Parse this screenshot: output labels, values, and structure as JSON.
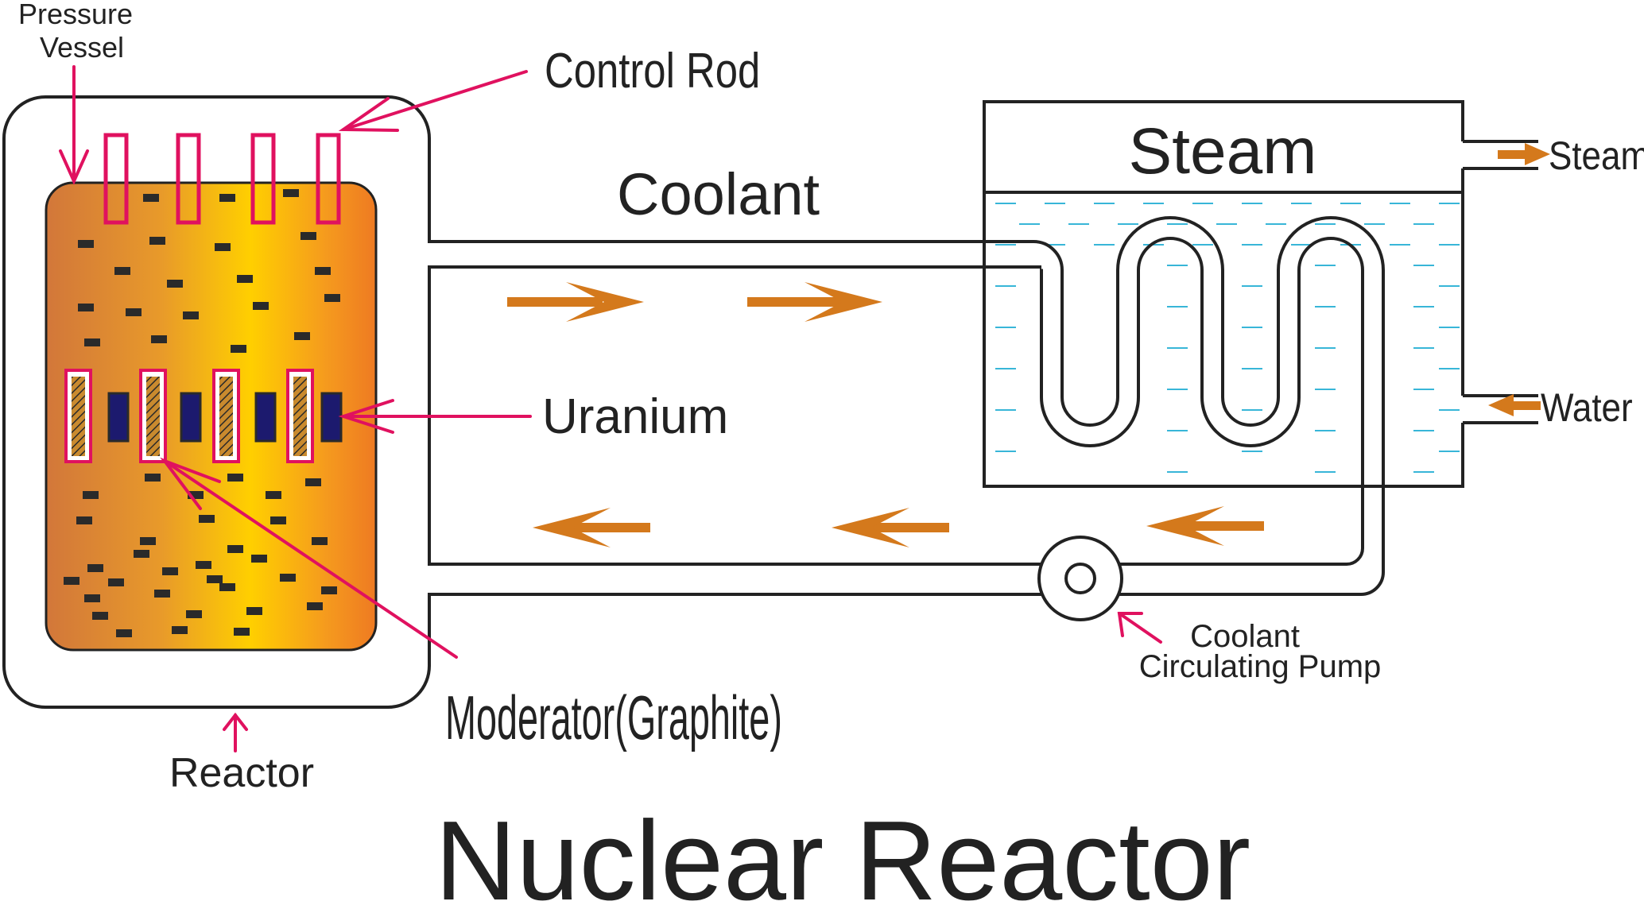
{
  "title": "Nuclear Reactor",
  "labels": {
    "pressure_vessel_line1": "Pressure",
    "pressure_vessel_line2": "Vessel",
    "control_rod": "Control Rod",
    "coolant": "Coolant",
    "steam_chamber": "Steam",
    "steam_out": "Steam",
    "water_in": "Water",
    "uranium": "Uranium",
    "moderator": "Moderator(Graphite)",
    "reactor": "Reactor",
    "pump_line1": "Coolant",
    "pump_line2": "Circulating Pump"
  },
  "colors": {
    "line": "#222222",
    "pointer": "#e0115f",
    "flow_arrow": "#d4791c",
    "water_dash": "#38b6d8",
    "core_gradient": [
      "#d2773a",
      "#e89a2a",
      "#ffcf00",
      "#f59a1e",
      "#ee7a22"
    ],
    "graphite_block": "#2a2a2a",
    "uranium_fill": "#1c1a6e",
    "moderator_rod_fill": "#c98a2e"
  },
  "counts": {
    "control_rods": 4,
    "uranium_bars": 4,
    "moderator_rods": 4
  }
}
